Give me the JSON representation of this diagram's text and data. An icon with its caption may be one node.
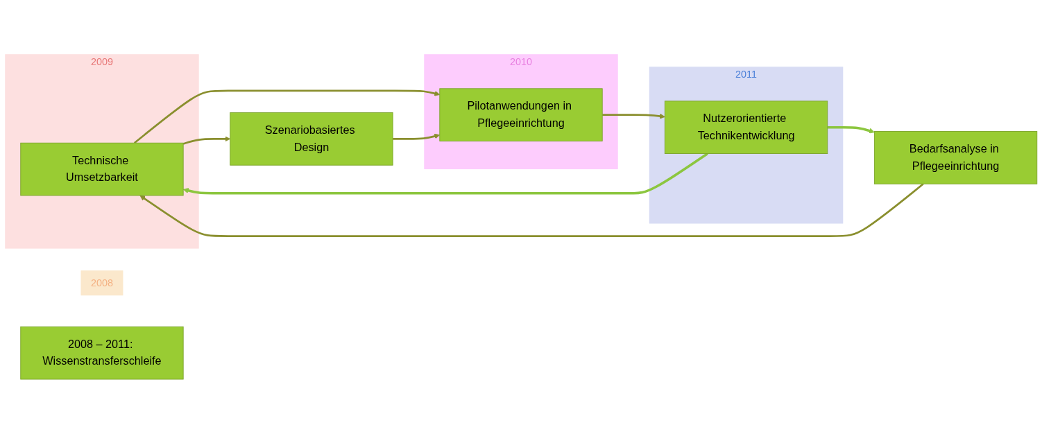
{
  "diagram": {
    "nodes": [
      {
        "text": [
          "2008"
        ]
      },
      {
        "text": [
          "2009"
        ]
      },
      {
        "text": [
          "2010"
        ]
      },
      {
        "text": [
          "2011"
        ]
      },
      {
        "text": [
          "Bedarfsanalyse in Pflegeeinrichtung"
        ]
      },
      {
        "text": [
          "Technische Umsetzbarkeit"
        ],
        "in": 1
      },
      {
        "text": [
          "Szenariobasiertes Design"
        ]
      },
      {
        "text": [
          "Pilotanwendungen in Pflegeeinrichtung"
        ],
        "in": 2
      },
      {
        "text": [
          "Nutzerorientierte Technikentwicklung"
        ],
        "in": 3
      },
      {
        "text": [
          "2008 – 2011: Wissenstransferschleife"
        ]
      }
    ],
    "edges": [
      {
        "from": 4,
        "to": 5,
        "arrow": "to"
      },
      {
        "from": 5,
        "to": 6,
        "arrow": "to"
      },
      {
        "from": 5,
        "to": 7,
        "arrow": "to"
      },
      {
        "from": 6,
        "to": 7,
        "arrow": "to"
      },
      {
        "from": 7,
        "to": 8,
        "arrow": "to"
      },
      {
        "from": 8,
        "to": 4,
        "arrow": "to",
        "color": "#8cc63f"
      },
      {
        "from": 8,
        "to": 5,
        "arrow": "to",
        "color": "#8cc63f"
      }
    ]
  }
}
